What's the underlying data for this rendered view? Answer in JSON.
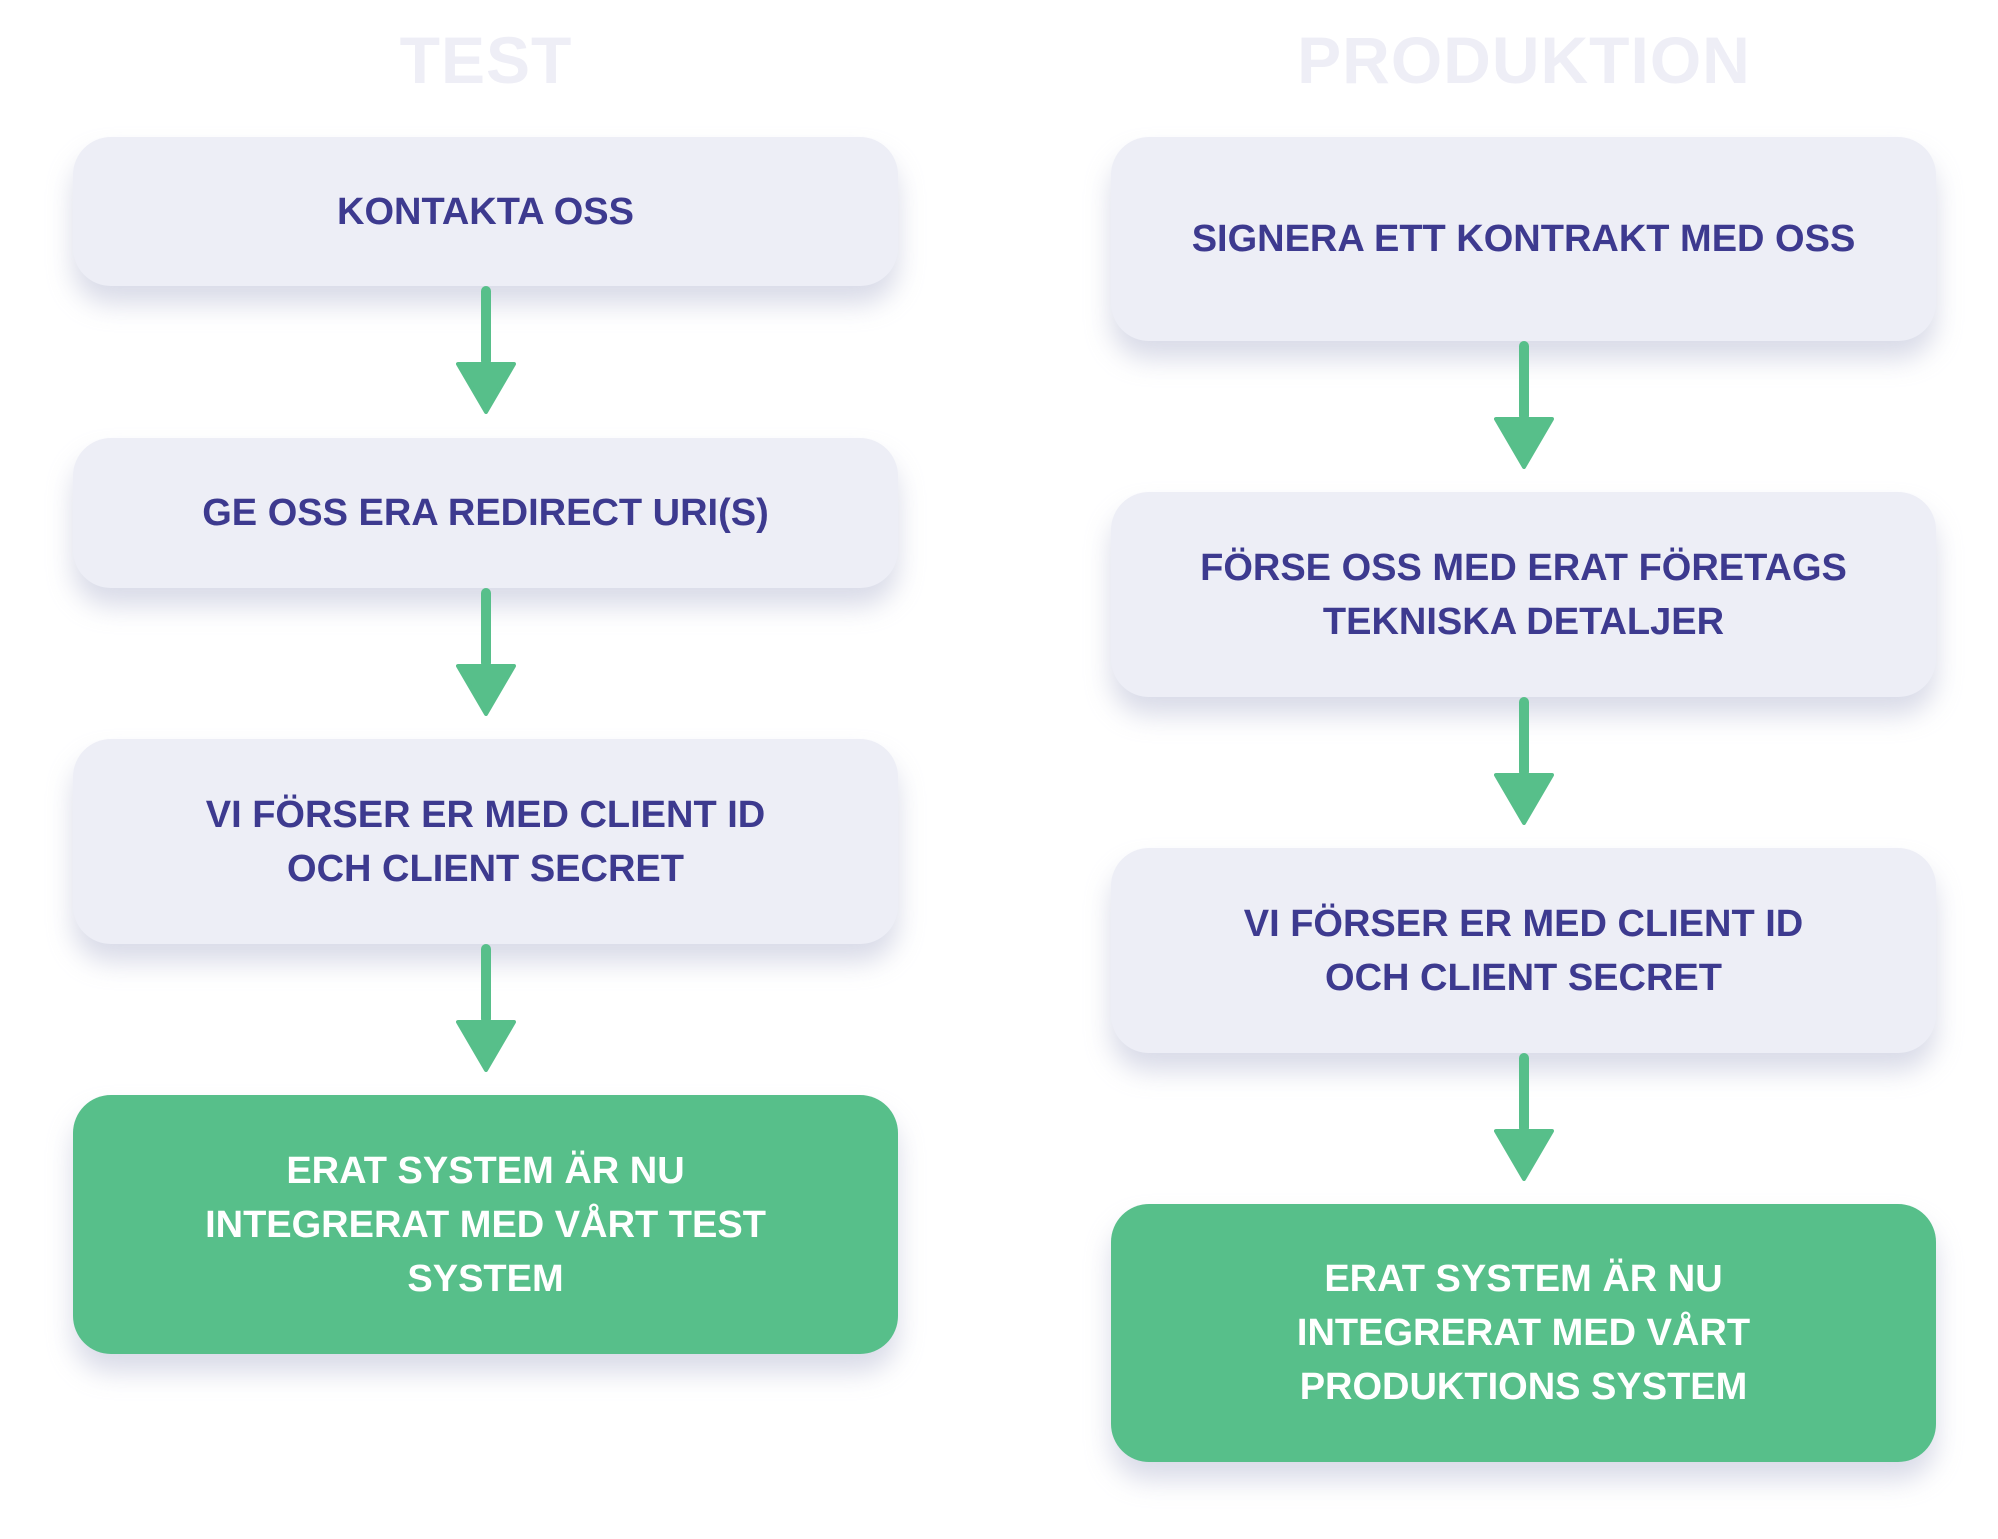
{
  "columns": [
    {
      "title": "TEST",
      "steps": [
        "KONTAKTA OSS",
        "GE OSS ERA REDIRECT URI(S)",
        "VI FÖRSER ER MED CLIENT ID OCH CLIENT SECRET",
        "ERAT SYSTEM ÄR NU INTEGRERAT MED VÅRT TEST SYSTEM"
      ]
    },
    {
      "title": "PRODUKTION",
      "steps": [
        "SIGNERA ETT KONTRAKT MED OSS",
        "FÖRSE OSS MED ERAT FÖRETAGS TEKNISKA DETALJER",
        "VI FÖRSER ER MED CLIENT ID OCH CLIENT SECRET",
        "ERAT SYSTEM ÄR NU INTEGRERAT MED VÅRT PRODUKTIONS SYSTEM"
      ]
    }
  ],
  "colors": {
    "text": "#3d3a8f",
    "box": "#edeef6",
    "accent": "#57bf8a",
    "title": "#eeeef6"
  }
}
